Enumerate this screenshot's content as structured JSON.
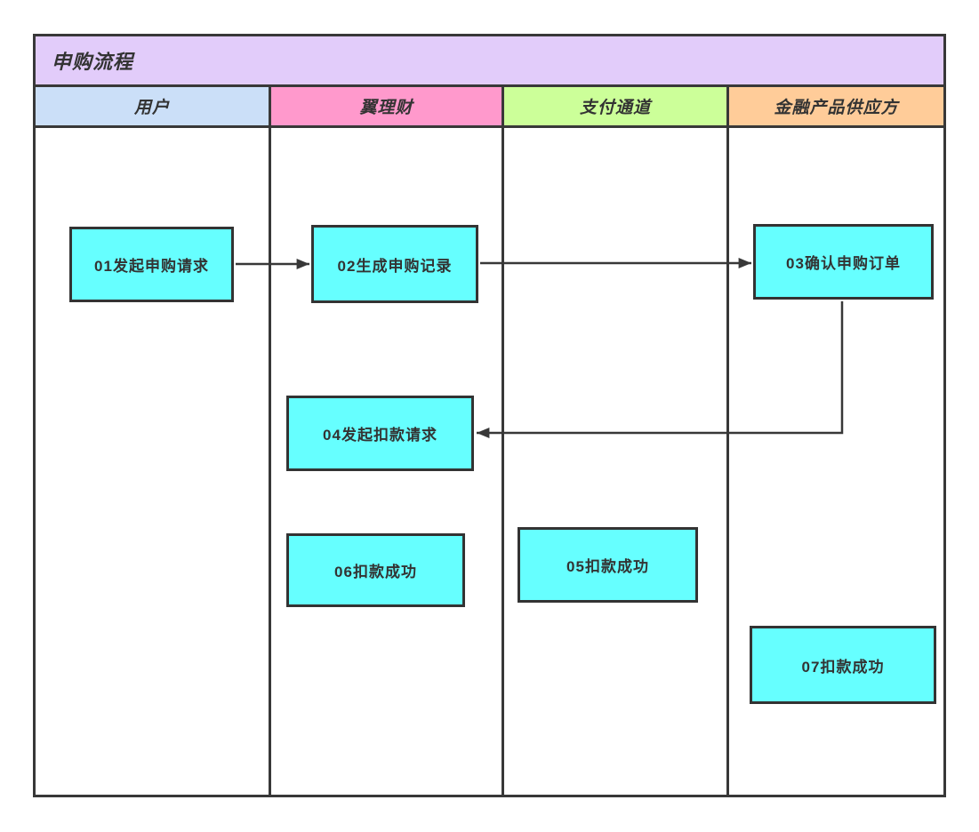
{
  "diagram": {
    "type": "swimlane-flowchart",
    "title": "申购流程",
    "title_bg": "#e2ccfa",
    "node_fill": "#66ffff",
    "line_color": "#383838",
    "text_color": "#333333",
    "lanes": [
      {
        "label": "用户",
        "color": "#cbdff8"
      },
      {
        "label": "翼理财",
        "color": "#ff99cc"
      },
      {
        "label": "支付通道",
        "color": "#ccff99"
      },
      {
        "label": "金融产品供应方",
        "color": "#ffcc99"
      }
    ],
    "nodes": [
      {
        "id": "01",
        "lane": "用户",
        "label": "01发起申购请求"
      },
      {
        "id": "02",
        "lane": "翼理财",
        "label": "02生成申购记录"
      },
      {
        "id": "03",
        "lane": "金融产品供应方",
        "label": "03确认申购订单"
      },
      {
        "id": "04",
        "lane": "翼理财",
        "label": "04发起扣款请求"
      },
      {
        "id": "05",
        "lane": "支付通道",
        "label": "05扣款成功"
      },
      {
        "id": "06",
        "lane": "翼理财",
        "label": "06扣款成功"
      },
      {
        "id": "07",
        "lane": "金融产品供应方",
        "label": "07扣款成功"
      }
    ],
    "edges": [
      {
        "from": "01",
        "to": "02"
      },
      {
        "from": "02",
        "to": "03"
      },
      {
        "from": "03",
        "to": "04"
      }
    ]
  }
}
